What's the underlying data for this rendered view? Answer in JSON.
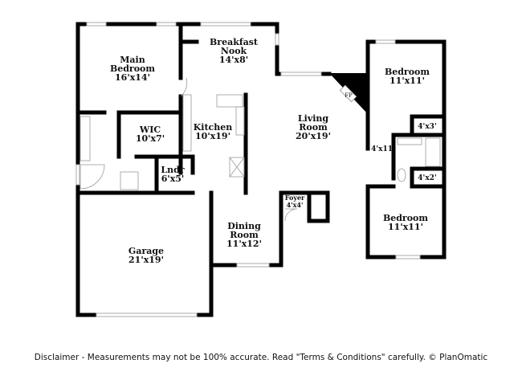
{
  "rooms": [
    {
      "name": "Main\nBedroom",
      "size": "16'x14'"
    },
    {
      "name": "Breakfast\nNook",
      "size": "14'x8'"
    },
    {
      "name": "Bedroom",
      "size": "11'x11'"
    },
    {
      "name": "Living\nRoom",
      "size": "20'x19'"
    },
    {
      "name": "WIC",
      "size": "10'x7'"
    },
    {
      "name": "Kitchen",
      "size": "10'x19'"
    },
    {
      "name": "Lndr",
      "size": "6'x5'"
    },
    {
      "name": "Foyer",
      "size": "4'x4'"
    },
    {
      "name": "Dining\nRoom",
      "size": "11'x12'"
    },
    {
      "name": "Garage",
      "size": "21'x19'"
    },
    {
      "name": "Bedroom",
      "size": "11'x11'"
    }
  ],
  "closets": [
    "4'x3'",
    "4'x11'",
    "4'x2'"
  ],
  "fireplace_label": "FP",
  "disclaimer": "Disclaimer - Measurements may not be 100% accurate. Read \"Terms & Conditions\" carefully. © PlanOmatic",
  "colors": {
    "wall": "#000000",
    "window": "#c8c8c8"
  }
}
